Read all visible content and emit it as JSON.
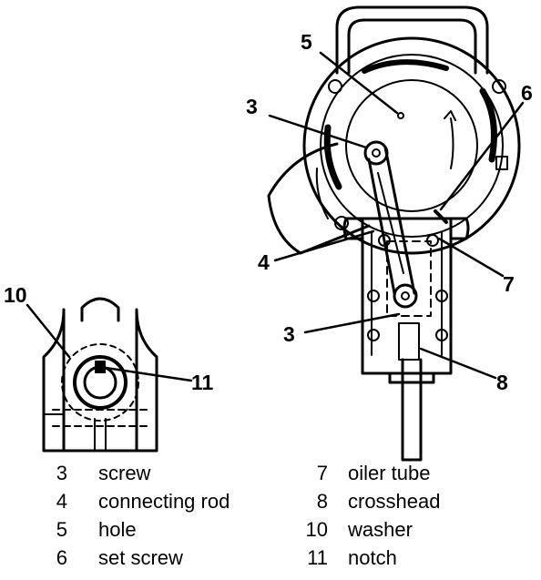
{
  "callouts": {
    "n5": "5",
    "n6": "6",
    "n3_top": "3",
    "n4": "4",
    "n7": "7",
    "n3_bottom": "3",
    "n8": "8",
    "n10": "10",
    "n11": "11"
  },
  "legend": [
    {
      "num": "3",
      "label": "screw"
    },
    {
      "num": "4",
      "label": "connecting rod"
    },
    {
      "num": "5",
      "label": "hole"
    },
    {
      "num": "6",
      "label": "set screw"
    },
    {
      "num": "7",
      "label": "oiler tube"
    },
    {
      "num": "8",
      "label": "crosshead"
    },
    {
      "num": "10",
      "label": "washer"
    },
    {
      "num": "11",
      "label": "notch"
    }
  ]
}
